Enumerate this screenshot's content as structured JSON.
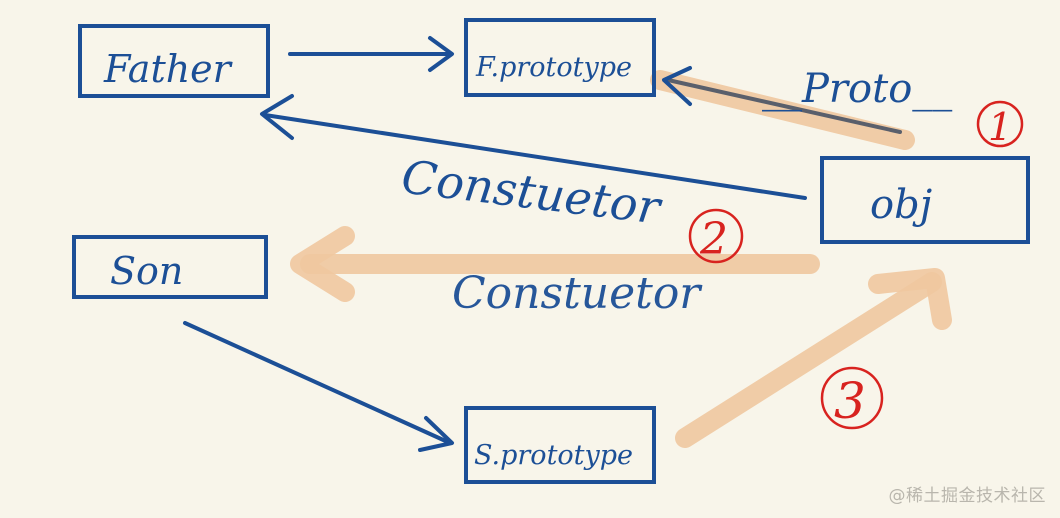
{
  "nodes": {
    "father": {
      "label": "Father"
    },
    "f_prototype": {
      "label": "F.prototype"
    },
    "obj": {
      "label": "obj"
    },
    "son": {
      "label": "Son"
    },
    "s_prototype": {
      "label": "S.prototype"
    }
  },
  "edges": {
    "proto_label": "__Proto__",
    "constructor_blue_label": "Constuetor",
    "constructor_orange_label": "Constuetor"
  },
  "markers": {
    "one": "1",
    "two": "2",
    "three": "3"
  },
  "watermark": "@稀土掘金技术社区",
  "colors": {
    "background": "#f8f5ea",
    "blue": "#1c4f96",
    "orange": "#f0c8a0",
    "red": "#d8231f",
    "gray": "#5a5f6b"
  }
}
